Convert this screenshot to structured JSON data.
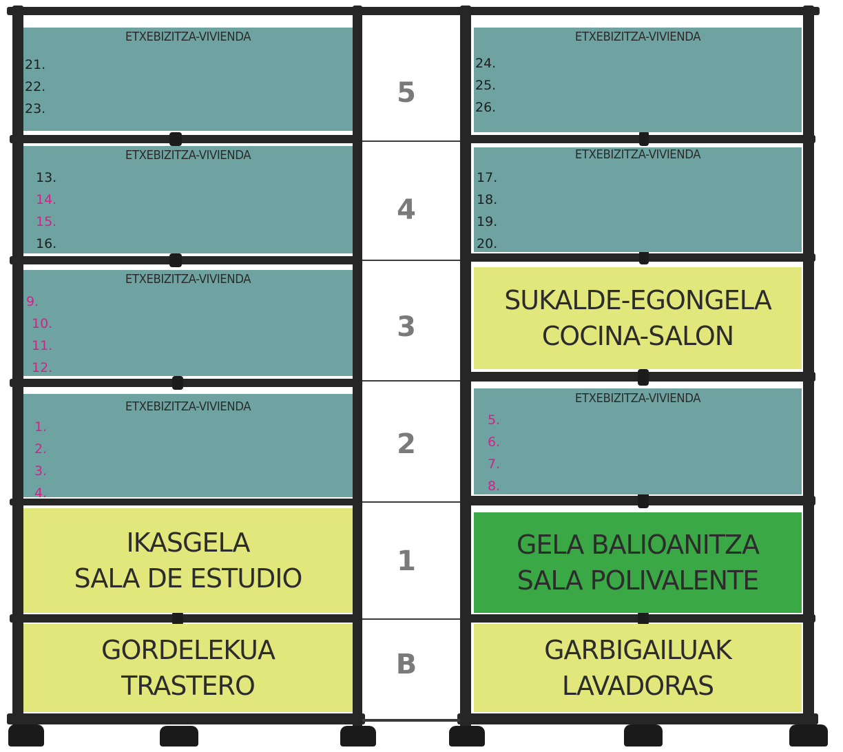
{
  "colors": {
    "dwelling": "#6fa3a2",
    "common_room": "#e2e77b",
    "multipurpose_room": "#3aa845",
    "frame": "#262626",
    "number_dark": "#1e1e1e",
    "number_pink": "#d4208a",
    "floor_label": "#7a7a7a"
  },
  "floors": {
    "f5": "5",
    "f4": "4",
    "f3": "3",
    "f2": "2",
    "f1": "1",
    "fB": "B"
  },
  "dwelling_title": "ETXEBIZITZA-VIVIENDA",
  "left": {
    "f5": {
      "title": "ETXEBIZITZA-VIVIENDA",
      "units": [
        "21.",
        "22.",
        "23."
      ],
      "unit_colors": [
        "dark",
        "dark",
        "dark"
      ]
    },
    "f4": {
      "title": "ETXEBIZITZA-VIVIENDA",
      "units": [
        "13.",
        "14.",
        "15.",
        "16."
      ],
      "unit_colors": [
        "dark",
        "pink",
        "pink",
        "dark"
      ]
    },
    "f3": {
      "title": "ETXEBIZITZA-VIVIENDA",
      "units": [
        "9.",
        "10.",
        "11.",
        "12."
      ],
      "unit_colors": [
        "pink",
        "pink",
        "pink",
        "pink"
      ]
    },
    "f2": {
      "title": "ETXEBIZITZA-VIVIENDA",
      "units": [
        "1.",
        "2.",
        "3.",
        "4."
      ],
      "unit_colors": [
        "pink",
        "pink",
        "pink",
        "pink"
      ]
    },
    "f1": {
      "line1": "IKASGELA",
      "line2": "SALA DE ESTUDIO"
    },
    "fB": {
      "line1": "GORDELEKUA",
      "line2": "TRASTERO"
    }
  },
  "right": {
    "f5": {
      "title": "ETXEBIZITZA-VIVIENDA",
      "units": [
        "24.",
        "25.",
        "26."
      ],
      "unit_colors": [
        "dark",
        "dark",
        "dark"
      ]
    },
    "f4": {
      "title": "ETXEBIZITZA-VIVIENDA",
      "units": [
        "17.",
        "18.",
        "19.",
        "20."
      ],
      "unit_colors": [
        "dark",
        "dark",
        "dark",
        "dark"
      ]
    },
    "f3": {
      "line1": "SUKALDE-EGONGELA",
      "line2": "COCINA-SALON"
    },
    "f2": {
      "title": "ETXEBIZITZA-VIVIENDA",
      "units": [
        "5.",
        "6.",
        "7.",
        "8."
      ],
      "unit_colors": [
        "pink",
        "pink",
        "pink",
        "pink"
      ]
    },
    "f1": {
      "line1": "GELA BALIOANITZA",
      "line2": "SALA POLIVALENTE"
    },
    "fB": {
      "line1": "GARBIGAILUAK",
      "line2": "LAVADORAS"
    }
  }
}
